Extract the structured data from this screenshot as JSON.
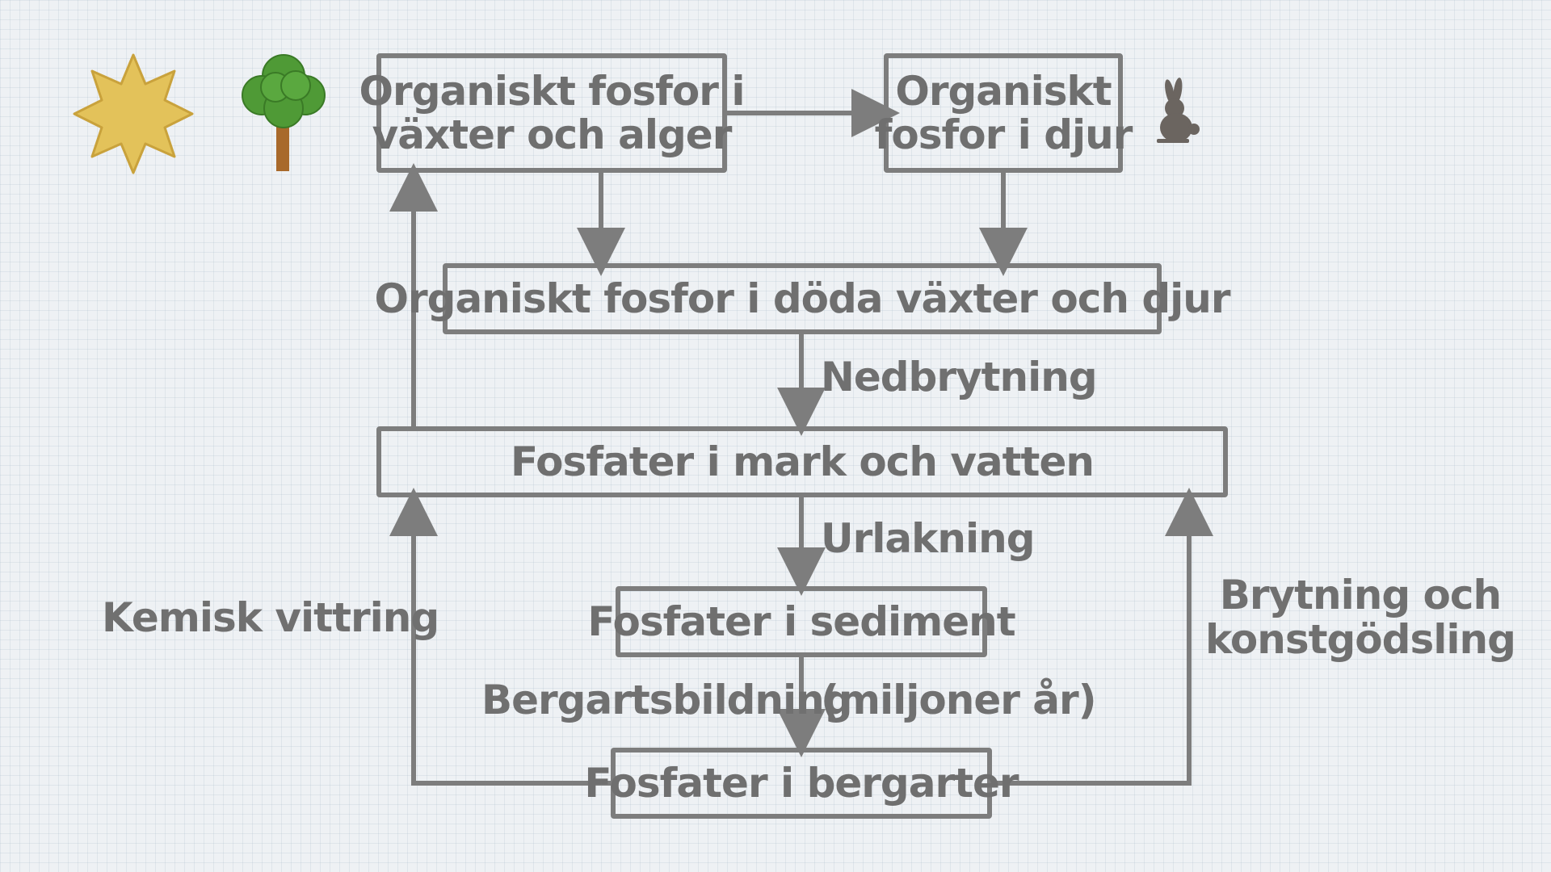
{
  "nodes": {
    "plants": "Organiskt fosfor i\nväxter och alger",
    "animals": "Organiskt\nfosfor i djur",
    "dead": "Organiskt fosfor i döda växter och djur",
    "soil_water": "Fosfater i mark och vatten",
    "sediment": "Fosfater i sediment",
    "rock": "Fosfater i bergarter"
  },
  "edge_labels": {
    "decomposition": "Nedbrytning",
    "leaching": "Urlakning",
    "rock_formation": "Bergartsbildning",
    "millions_of_years": "(miljoner år)",
    "chemical_weathering": "Kemisk vittring",
    "mining": "Brytning och\nkonstgödsling"
  },
  "icons": {
    "sun": "sun-icon",
    "tree": "tree-icon",
    "rabbit": "rabbit-icon"
  },
  "colors": {
    "line": "#7d7d7d",
    "text": "#6f6f6f",
    "sun": "#e3c25a",
    "tree_leaf": "#4f9a36",
    "tree_trunk": "#a8692b",
    "rabbit": "#6b6560"
  }
}
